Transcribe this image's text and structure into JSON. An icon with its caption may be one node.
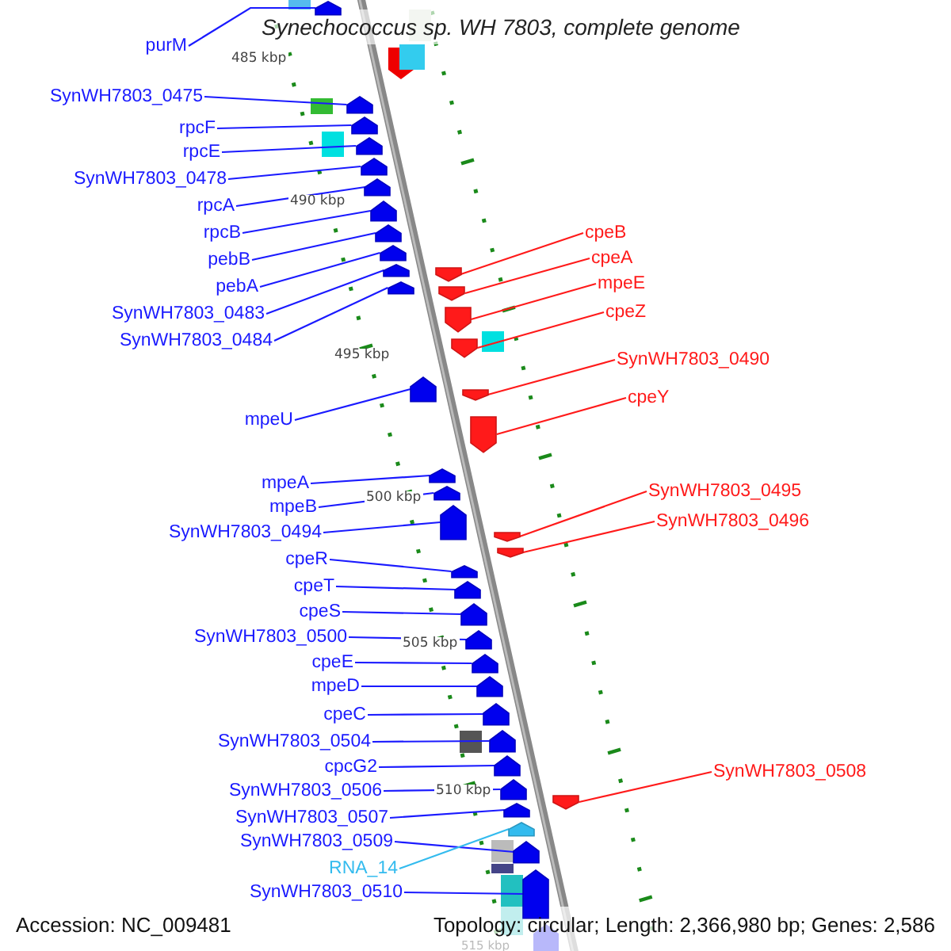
{
  "diagram": {
    "title": "Synechococcus sp. WH 7803, complete genome",
    "nodes": [
      {
        "text": [
          "purM"
        ]
      },
      {
        "text": [
          "SynWH7803_0475"
        ]
      },
      {
        "text": [
          "rpcF"
        ]
      },
      {
        "text": [
          "rpcE"
        ]
      },
      {
        "text": [
          "SynWH7803_0478"
        ]
      },
      {
        "text": [
          "rpcA"
        ]
      },
      {
        "text": [
          "rpcB"
        ]
      },
      {
        "text": [
          "pebB"
        ]
      },
      {
        "text": [
          "pebA"
        ]
      },
      {
        "text": [
          "SynWH7803_0483"
        ]
      },
      {
        "text": [
          "SynWH7803_0484"
        ]
      },
      {
        "text": [
          "mpeU"
        ]
      },
      {
        "text": [
          "mpeA"
        ]
      },
      {
        "text": [
          "mpeB"
        ]
      },
      {
        "text": [
          "SynWH7803_0494"
        ]
      },
      {
        "text": [
          "cpeR"
        ]
      },
      {
        "text": [
          "cpeT"
        ]
      },
      {
        "text": [
          "cpeS"
        ]
      },
      {
        "text": [
          "SynWH7803_0500"
        ]
      },
      {
        "text": [
          "cpeE"
        ]
      },
      {
        "text": [
          "mpeD"
        ]
      },
      {
        "text": [
          "cpeC"
        ]
      },
      {
        "text": [
          "SynWH7803_0504"
        ]
      },
      {
        "text": [
          "cpcG2"
        ]
      },
      {
        "text": [
          "SynWH7803_0506"
        ]
      },
      {
        "text": [
          "SynWH7803_0507"
        ]
      },
      {
        "text": [
          "SynWH7803_0509"
        ]
      },
      {
        "text": [
          "RNA_14"
        ]
      },
      {
        "text": [
          "SynWH7803_0510"
        ]
      },
      {
        "text": [
          "cpeB"
        ]
      },
      {
        "text": [
          "cpeA"
        ]
      },
      {
        "text": [
          "mpeE"
        ]
      },
      {
        "text": [
          "cpeZ"
        ]
      },
      {
        "text": [
          "SynWH7803_0490"
        ]
      },
      {
        "text": [
          "cpeY"
        ]
      },
      {
        "text": [
          "SynWH7803_0495"
        ]
      },
      {
        "text": [
          "SynWH7803_0496"
        ]
      },
      {
        "text": [
          "SynWH7803_0508"
        ]
      },
      {
        "text": [],
        "shape": "arrow"
      },
      {
        "text": [],
        "shape": "arrow"
      },
      {
        "text": [],
        "shape": "arrow"
      },
      {
        "text": [],
        "shape": "arrow"
      },
      {
        "text": [],
        "shape": "arrow"
      },
      {
        "text": [],
        "shape": "arrow"
      },
      {
        "text": [],
        "shape": "arrow"
      },
      {
        "text": [],
        "shape": "arrow"
      },
      {
        "text": [],
        "shape": "arrow"
      },
      {
        "text": [],
        "shape": "arrow"
      },
      {
        "text": [],
        "shape": "arrow"
      },
      {
        "text": [],
        "shape": "arrow"
      },
      {
        "text": [],
        "shape": "arrow"
      },
      {
        "text": [],
        "shape": "arrow"
      },
      {
        "text": [],
        "shape": "arrow"
      },
      {
        "text": [],
        "shape": "arrow"
      },
      {
        "text": [],
        "shape": "arrow"
      },
      {
        "text": [],
        "shape": "arrow"
      },
      {
        "text": [],
        "shape": "arrow"
      },
      {
        "text": [],
        "shape": "arrow"
      },
      {
        "text": [],
        "shape": "arrow"
      },
      {
        "text": [],
        "shape": "arrow"
      },
      {
        "text": [],
        "shape": "arrow"
      },
      {
        "text": [],
        "shape": "arrow"
      },
      {
        "text": [],
        "shape": "arrow"
      },
      {
        "text": [],
        "shape": "arrow"
      },
      {
        "text": [],
        "shape": "arrow"
      },
      {
        "text": [],
        "shape": "arrow"
      },
      {
        "text": [],
        "shape": "arrow"
      },
      {
        "text": [],
        "shape": "arrow"
      },
      {
        "text": [],
        "shape": "arrow"
      },
      {
        "text": [],
        "shape": "arrow"
      },
      {
        "text": [],
        "shape": "arrow"
      },
      {
        "text": [],
        "shape": "arrow"
      },
      {
        "text": [],
        "shape": "arrow"
      },
      {
        "text": [],
        "shape": "arrow"
      },
      {
        "text": [],
        "shape": "arrow"
      },
      {
        "text": [],
        "shape": "arrow"
      }
    ],
    "edges": [
      {
        "from": 0,
        "to": 38,
        "arrow": "none"
      },
      {
        "from": 1,
        "to": 39,
        "arrow": "none"
      },
      {
        "from": 2,
        "to": 40,
        "arrow": "none"
      },
      {
        "from": 3,
        "to": 41,
        "arrow": "none"
      },
      {
        "from": 4,
        "to": 42,
        "arrow": "none"
      },
      {
        "from": 5,
        "to": 43,
        "arrow": "none"
      },
      {
        "from": 6,
        "to": 44,
        "arrow": "none"
      },
      {
        "from": 7,
        "to": 45,
        "arrow": "none"
      },
      {
        "from": 8,
        "to": 46,
        "arrow": "none"
      },
      {
        "from": 9,
        "to": 47,
        "arrow": "none"
      },
      {
        "from": 10,
        "to": 48,
        "arrow": "none"
      },
      {
        "from": 11,
        "to": 49,
        "arrow": "none"
      },
      {
        "from": 12,
        "to": 50,
        "arrow": "none"
      },
      {
        "from": 13,
        "to": 51,
        "arrow": "none"
      },
      {
        "from": 14,
        "to": 52,
        "arrow": "none"
      },
      {
        "from": 15,
        "to": 53,
        "arrow": "none"
      },
      {
        "from": 16,
        "to": 54,
        "arrow": "none"
      },
      {
        "from": 17,
        "to": 55,
        "arrow": "none"
      },
      {
        "from": 18,
        "to": 56,
        "arrow": "none"
      },
      {
        "from": 19,
        "to": 57,
        "arrow": "none"
      },
      {
        "from": 20,
        "to": 58,
        "arrow": "none"
      },
      {
        "from": 21,
        "to": 59,
        "arrow": "none"
      },
      {
        "from": 22,
        "to": 60,
        "arrow": "none"
      },
      {
        "from": 23,
        "to": 61,
        "arrow": "none"
      },
      {
        "from": 24,
        "to": 62,
        "arrow": "none"
      },
      {
        "from": 25,
        "to": 63,
        "arrow": "none"
      },
      {
        "from": 26,
        "to": 64,
        "arrow": "none"
      },
      {
        "from": 27,
        "to": 65,
        "arrow": "none",
        "color": "#33bbee"
      },
      {
        "from": 28,
        "to": 66,
        "arrow": "none"
      },
      {
        "from": 29,
        "to": 67,
        "arrow": "none",
        "color": "#ff1a1a"
      },
      {
        "from": 30,
        "to": 68,
        "arrow": "none",
        "color": "#ff1a1a"
      },
      {
        "from": 31,
        "to": 69,
        "arrow": "none",
        "color": "#ff1a1a"
      },
      {
        "from": 32,
        "to": 70,
        "arrow": "none",
        "color": "#ff1a1a"
      },
      {
        "from": 33,
        "to": 71,
        "arrow": "none",
        "color": "#ff1a1a"
      },
      {
        "from": 34,
        "to": 72,
        "arrow": "none",
        "color": "#ff1a1a"
      },
      {
        "from": 35,
        "to": 73,
        "arrow": "none",
        "color": "#ff1a1a"
      },
      {
        "from": 36,
        "to": 74,
        "arrow": "none",
        "color": "#ff1a1a"
      },
      {
        "from": 37,
        "to": 75,
        "arrow": "none",
        "color": "#ff1a1a"
      }
    ],
    "labels": [
      "485 kbp",
      "490 kbp",
      "495 kbp",
      "500 kbp",
      "505 kbp",
      "510 kbp",
      "515 kbp",
      "Accession: NC_009481",
      "Topology: circular; Length: 2,366,980 bp; Genes: 2,586"
    ]
  }
}
